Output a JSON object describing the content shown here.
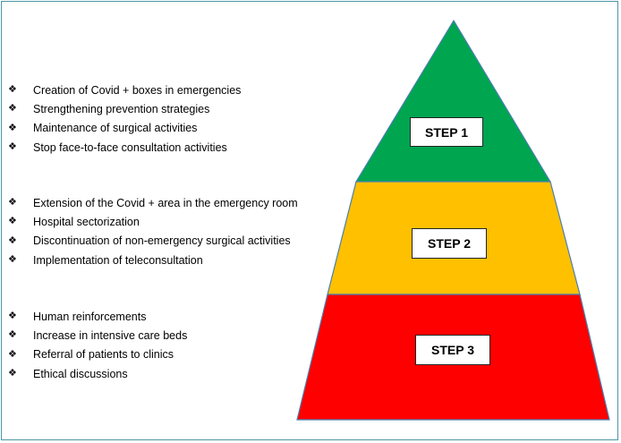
{
  "steps": [
    {
      "label": "STEP 1",
      "color": "#00a550"
    },
    {
      "label": "STEP 2",
      "color": "#ffc000"
    },
    {
      "label": "STEP 3",
      "color": "#ff0000"
    }
  ],
  "pyramid_outline_color": "#4a7fb0",
  "frame_color": "#4a97a5",
  "bullet_icon": "diamond-four-icon",
  "bullet_glyph": "❖",
  "lists": [
    {
      "items": [
        "Creation of Covid + boxes in emergencies",
        "Strengthening prevention strategies",
        "Maintenance of surgical activities",
        "Stop face-to-face consultation activities"
      ]
    },
    {
      "items": [
        "Extension of the Covid + area in the emergency room",
        "Hospital sectorization",
        "Discontinuation of non-emergency surgical activities",
        "Implementation of teleconsultation"
      ]
    },
    {
      "items": [
        "Human reinforcements",
        "Increase in intensive care beds",
        "Referral of patients to clinics",
        "Ethical discussions"
      ]
    }
  ]
}
